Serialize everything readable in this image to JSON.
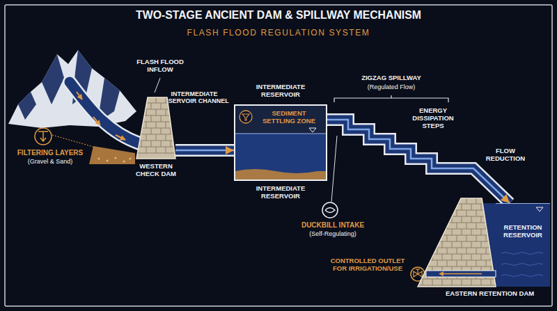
{
  "diagram": {
    "title": "TWO-STAGE ANCIENT DAM & SPILLWAY MECHANISM",
    "nodes": [
      {
        "text": [
          "WESTERN CHECK DAM"
        ]
      },
      {
        "text": [
          "INTERMEDIATE RESERVOIR",
          "SEDIMENT SETTLING ZONE",
          "INTERMEDIATE RESERVOIR"
        ]
      },
      {
        "text": [
          "RETENTION RESERVOIR"
        ]
      },
      {
        "text": [
          "EASTERN RETENTION DAM"
        ]
      }
    ],
    "edges": [
      {
        "from": 0,
        "to": 1,
        "arrow": "to"
      },
      {
        "from": 1,
        "to": 2,
        "arrow": "to"
      }
    ],
    "labels": [
      "FLASH FLOOD REGULATION SYSTEM",
      "FLASH FLOOD INFLOW",
      "FILTERING LAYERS",
      "(Gravel & Sand)",
      "INTERMEDIATE RESERVOIR CHANNEL",
      "ZIGZAG SPILLWAY",
      "(Regulated Flow)",
      "ENERGY DISSIPATION STEPS",
      "DUCKBILL INTAKE",
      "(Self-Regulating)",
      "FLOW REDUCTION",
      "CONTROLLED OUTLET FOR IRRIGATION/USE"
    ]
  }
}
